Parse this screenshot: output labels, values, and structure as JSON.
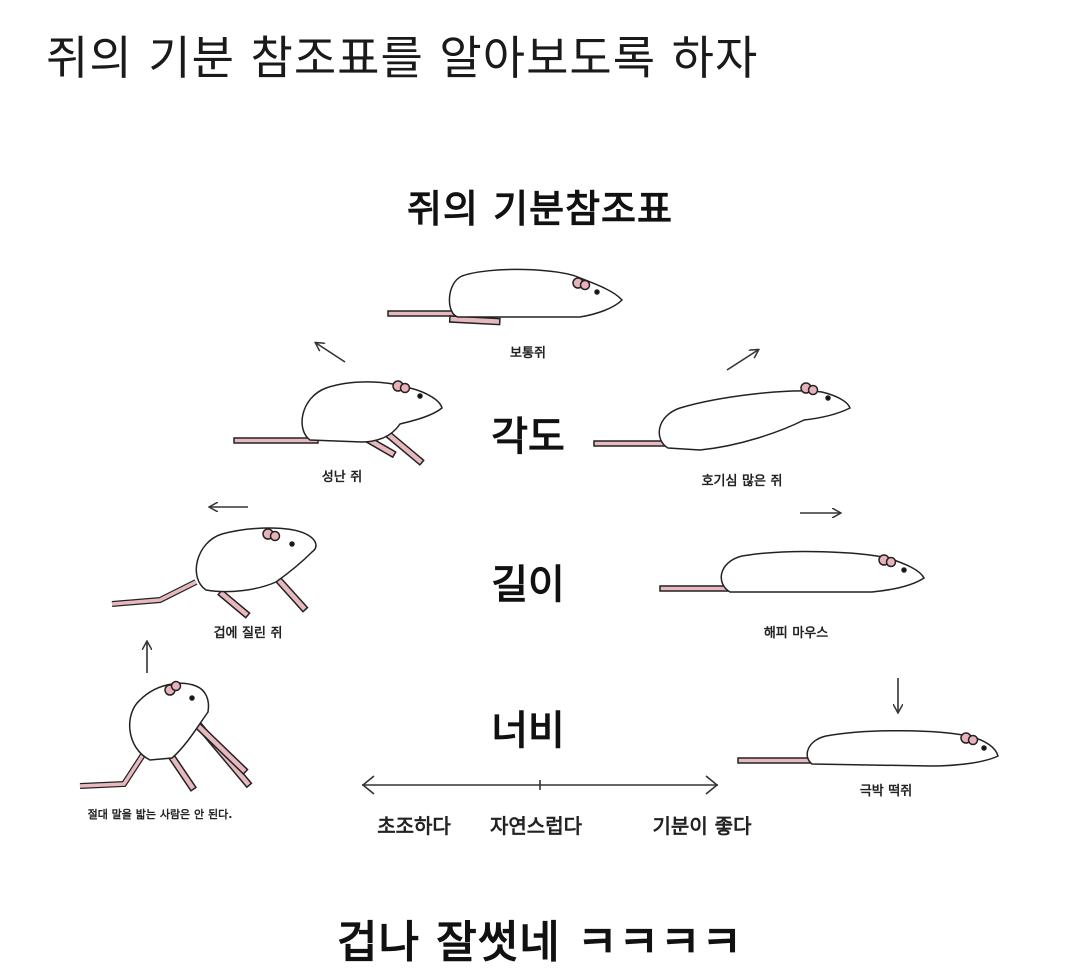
{
  "header": {
    "title": "쥐의 기분 참조표를 알아보도록 하자"
  },
  "chart": {
    "title": "쥐의 기분참조표",
    "axes": {
      "angle": "각도",
      "length": "길이",
      "width": "너비"
    },
    "rats": [
      {
        "label": "보통쥐"
      },
      {
        "label": "성난 쥐"
      },
      {
        "label": "호기심 많은 쥐"
      },
      {
        "label": "겁에 질린 쥐"
      },
      {
        "label": "해피 마우스"
      },
      {
        "label": "절대 말을 밟는 사람은 안 된다."
      },
      {
        "label": "극박 떡쥐"
      }
    ],
    "scale": {
      "left": "초조하다",
      "middle": "자연스럽다",
      "right": "기분이 좋다"
    }
  },
  "footer": {
    "caption": "겁나 잘썻네 ㅋㅋㅋㅋ"
  },
  "colors": {
    "outline": "#222222",
    "tail": "#e7b9bf",
    "ear": "#e9b2bb"
  }
}
